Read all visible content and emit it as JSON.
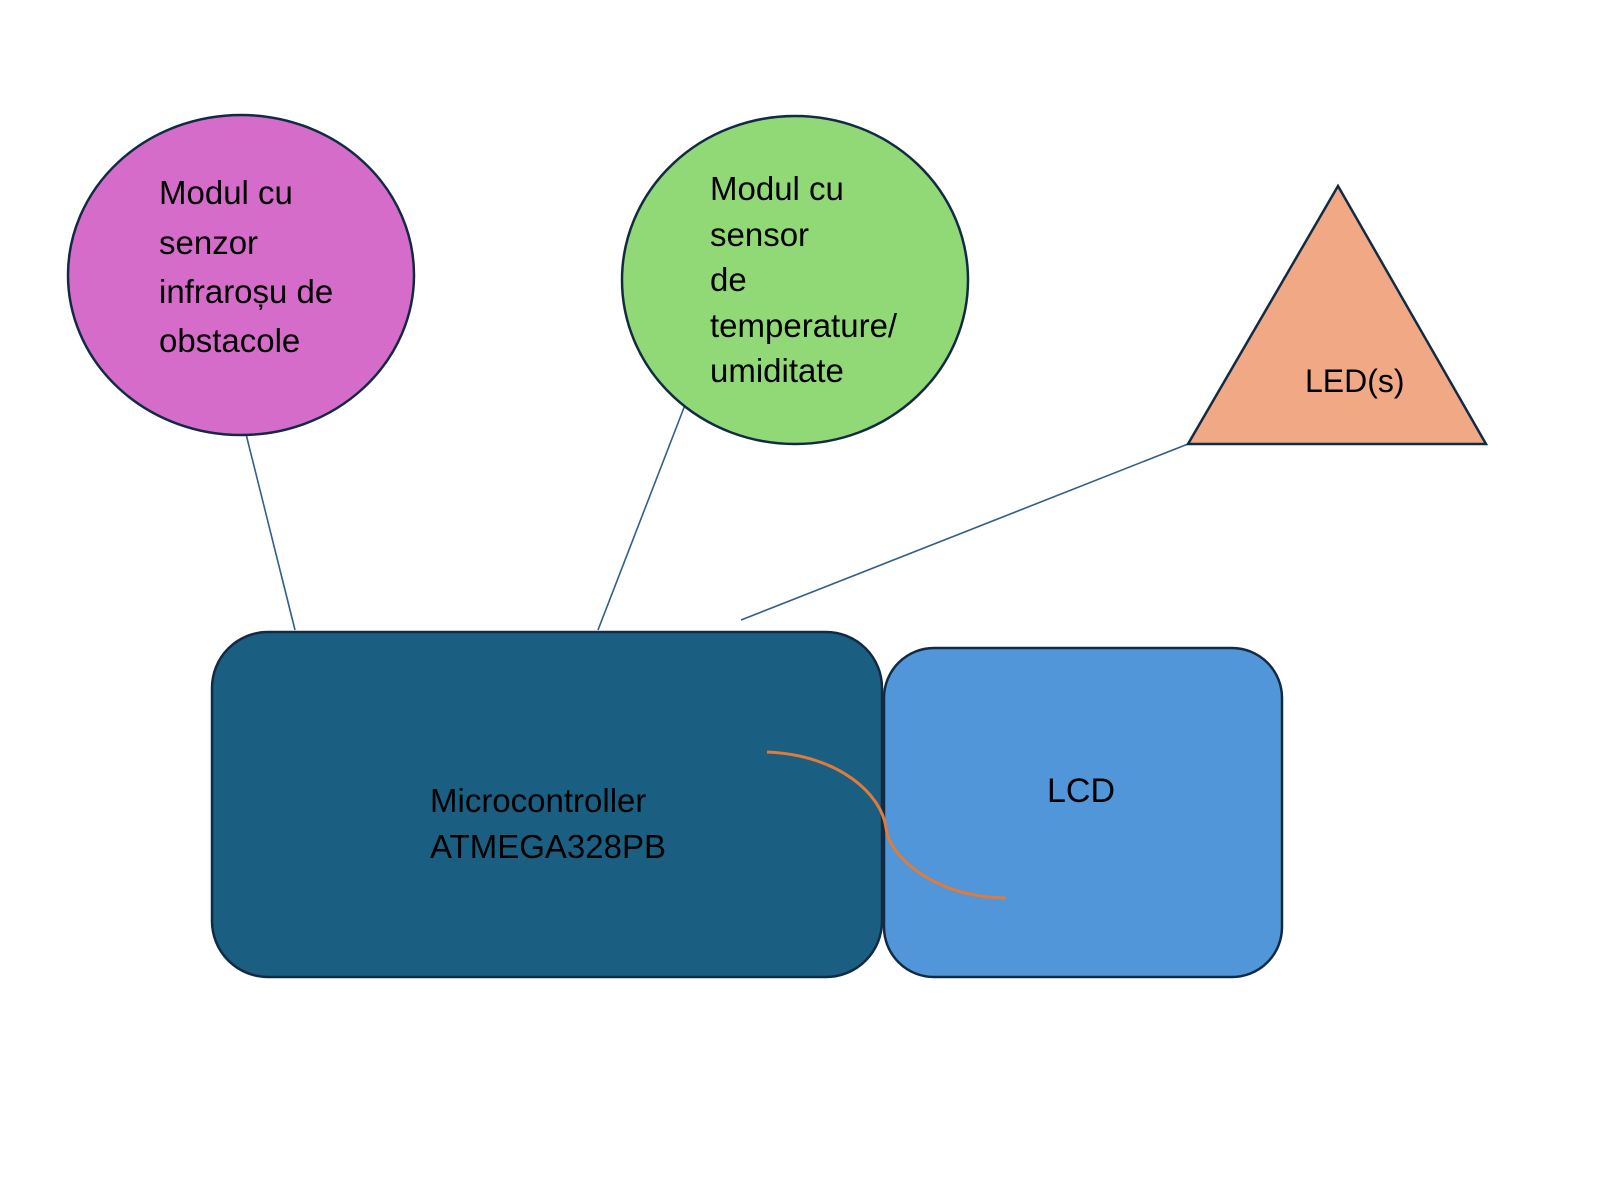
{
  "nodes": {
    "ir_sensor": {
      "lines": [
        "Modul cu",
        "senzor",
        "infraroșu de",
        "obstacole"
      ],
      "fill": "#d66cc9"
    },
    "temp_sensor": {
      "lines": [
        "Modul cu",
        "sensor",
        "de",
        "temperature/",
        "umiditate"
      ],
      "fill": "#91d977"
    },
    "leds": {
      "label": "LED(s)",
      "fill": "#f0a984"
    },
    "microcontroller": {
      "lines": [
        "Microcontroller",
        "ATMEGA328PB"
      ],
      "fill": "#1a5f82"
    },
    "lcd": {
      "label": "LCD",
      "fill": "#5096d9"
    }
  },
  "colors": {
    "outline": "#122a44",
    "connector": "#2f5f8a",
    "link_curve": "#e07b3c"
  }
}
